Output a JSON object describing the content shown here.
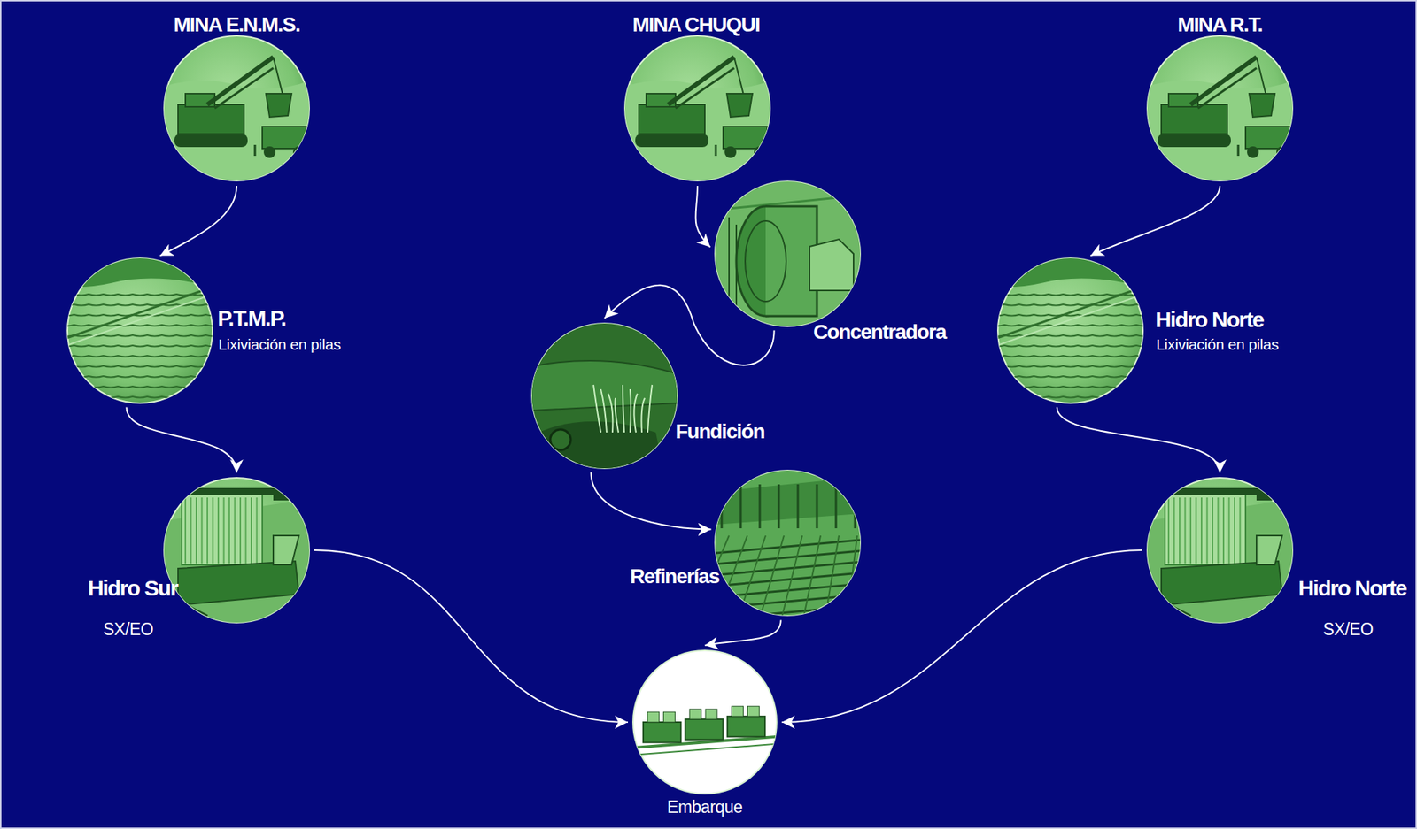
{
  "diagram": {
    "nodes": [
      {
        "text": [
          "MINA E.N.M.S."
        ]
      },
      {
        "text": [
          "MINA CHUQUI"
        ]
      },
      {
        "text": [
          "MINA R.T."
        ]
      },
      {
        "text": [
          "P.T.M.P.",
          "Lixiviación en pilas"
        ]
      },
      {
        "text": [
          "Concentradora"
        ]
      },
      {
        "text": [
          "Hidro Norte",
          "Lixiviación en pilas"
        ]
      },
      {
        "text": [
          "Fundición"
        ]
      },
      {
        "text": [
          "Hidro Sur",
          "SX/EO"
        ]
      },
      {
        "text": [
          "Refinerías"
        ]
      },
      {
        "text": [
          "Hidro Norte",
          "SX/EO"
        ]
      },
      {
        "text": [
          "Embarque"
        ]
      }
    ],
    "edges": [
      {
        "from": 0,
        "to": 3,
        "arrow": "to"
      },
      {
        "from": 3,
        "to": 7,
        "arrow": "to"
      },
      {
        "from": 7,
        "to": 10,
        "arrow": "to"
      },
      {
        "from": 1,
        "to": 4,
        "arrow": "to"
      },
      {
        "from": 4,
        "to": 6,
        "arrow": "to"
      },
      {
        "from": 6,
        "to": 8,
        "arrow": "to"
      },
      {
        "from": 8,
        "to": 10,
        "arrow": "to"
      },
      {
        "from": 2,
        "to": 5,
        "arrow": "to"
      },
      {
        "from": 5,
        "to": 9,
        "arrow": "to"
      },
      {
        "from": 9,
        "to": 10,
        "arrow": "to"
      }
    ]
  }
}
